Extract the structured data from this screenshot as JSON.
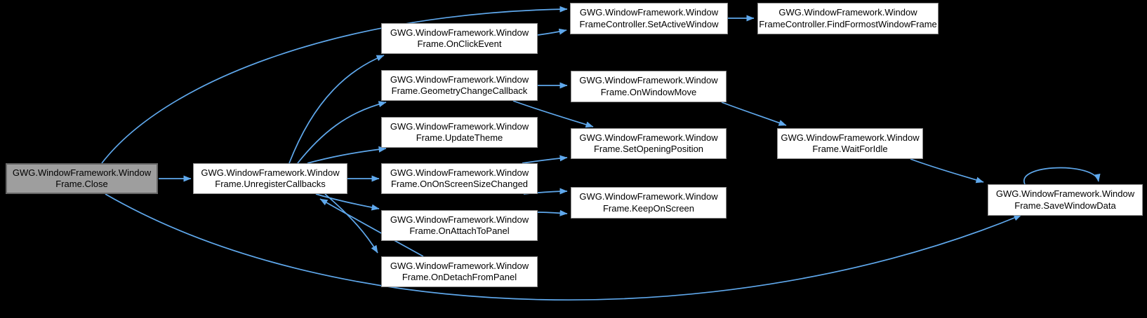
{
  "diagram": {
    "type": "call-graph",
    "colors": {
      "background": "#000000",
      "edge": "#5fa8ec",
      "node_fill": "#ffffff",
      "node_border": "#8f8f8f",
      "focus_node_fill": "#9e9e9e",
      "focus_node_border": "#666666",
      "text": "#000000"
    },
    "nodes": [
      {
        "id": "close",
        "focus": true,
        "lines": [
          "GWG.WindowFramework.Window",
          "Frame.Close"
        ]
      },
      {
        "id": "unregisterCallbacks",
        "lines": [
          "GWG.WindowFramework.Window",
          "Frame.UnregisterCallbacks"
        ]
      },
      {
        "id": "onClickEvent",
        "lines": [
          "GWG.WindowFramework.Window",
          "Frame.OnClickEvent"
        ]
      },
      {
        "id": "geometryChangeCallback",
        "lines": [
          "GWG.WindowFramework.Window",
          "Frame.GeometryChangeCallback"
        ]
      },
      {
        "id": "updateTheme",
        "lines": [
          "GWG.WindowFramework.Window",
          "Frame.UpdateTheme"
        ]
      },
      {
        "id": "onOnScreenSizeChanged",
        "lines": [
          "GWG.WindowFramework.Window",
          "Frame.OnOnScreenSizeChanged"
        ]
      },
      {
        "id": "onAttachToPanel",
        "lines": [
          "GWG.WindowFramework.Window",
          "Frame.OnAttachToPanel"
        ]
      },
      {
        "id": "onDetachFromPanel",
        "lines": [
          "GWG.WindowFramework.Window",
          "Frame.OnDetachFromPanel"
        ]
      },
      {
        "id": "setActiveWindow",
        "lines": [
          "GWG.WindowFramework.Window",
          "FrameController.SetActiveWindow"
        ]
      },
      {
        "id": "findFormostWindowFrame",
        "lines": [
          "GWG.WindowFramework.Window",
          "FrameController.FindFormostWindowFrame"
        ]
      },
      {
        "id": "onWindowMove",
        "lines": [
          "GWG.WindowFramework.Window",
          "Frame.OnWindowMove"
        ]
      },
      {
        "id": "setOpeningPosition",
        "lines": [
          "GWG.WindowFramework.Window",
          "Frame.SetOpeningPosition"
        ]
      },
      {
        "id": "keepOnScreen",
        "lines": [
          "GWG.WindowFramework.Window",
          "Frame.KeepOnScreen"
        ]
      },
      {
        "id": "waitForIdle",
        "lines": [
          "GWG.WindowFramework.Window",
          "Frame.WaitForIdle"
        ]
      },
      {
        "id": "saveWindowData",
        "lines": [
          "GWG.WindowFramework.Window",
          "Frame.SaveWindowData"
        ]
      }
    ],
    "edges": [
      {
        "from": "close",
        "to": "unregisterCallbacks"
      },
      {
        "from": "close",
        "to": "setActiveWindow"
      },
      {
        "from": "close",
        "to": "saveWindowData"
      },
      {
        "from": "unregisterCallbacks",
        "to": "onClickEvent"
      },
      {
        "from": "unregisterCallbacks",
        "to": "geometryChangeCallback"
      },
      {
        "from": "unregisterCallbacks",
        "to": "updateTheme"
      },
      {
        "from": "unregisterCallbacks",
        "to": "onOnScreenSizeChanged"
      },
      {
        "from": "unregisterCallbacks",
        "to": "onAttachToPanel"
      },
      {
        "from": "unregisterCallbacks",
        "to": "onDetachFromPanel"
      },
      {
        "from": "onDetachFromPanel",
        "to": "unregisterCallbacks"
      },
      {
        "from": "onClickEvent",
        "to": "setActiveWindow"
      },
      {
        "from": "setActiveWindow",
        "to": "findFormostWindowFrame"
      },
      {
        "from": "geometryChangeCallback",
        "to": "onWindowMove"
      },
      {
        "from": "geometryChangeCallback",
        "to": "setOpeningPosition"
      },
      {
        "from": "onOnScreenSizeChanged",
        "to": "setOpeningPosition"
      },
      {
        "from": "onOnScreenSizeChanged",
        "to": "keepOnScreen"
      },
      {
        "from": "onAttachToPanel",
        "to": "keepOnScreen"
      },
      {
        "from": "onWindowMove",
        "to": "waitForIdle"
      },
      {
        "from": "waitForIdle",
        "to": "saveWindowData"
      },
      {
        "from": "saveWindowData",
        "to": "saveWindowData"
      }
    ]
  }
}
